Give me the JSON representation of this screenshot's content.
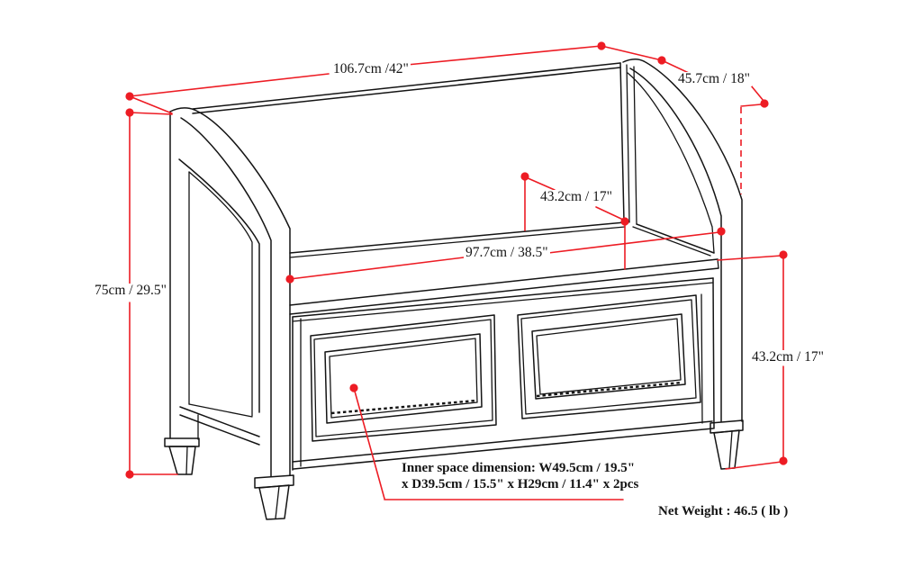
{
  "diagram": {
    "kind": "furniture dimension drawing",
    "subject": "entryway storage bench with two-door cabinet base",
    "colors": {
      "dimension_red": "#ed1c24",
      "line_black": "#141414",
      "background": "#ffffff"
    },
    "labels": {
      "overall_width": "106.7cm /42\"",
      "overall_depth": "45.7cm / 18\"",
      "seat_to_back_height": "43.2cm / 17\"",
      "seat_width": "97.7cm / 38.5\"",
      "overall_height": "75cm / 29.5\"",
      "floor_to_seat_height": "43.2cm / 17\"",
      "inner_space_line1": "Inner space dimension: W49.5cm / 19.5\"",
      "inner_space_line2": "x D39.5cm / 15.5\" x H29cm / 11.4\" x 2pcs",
      "net_weight": "Net Weight : 46.5 ( lb )"
    }
  }
}
